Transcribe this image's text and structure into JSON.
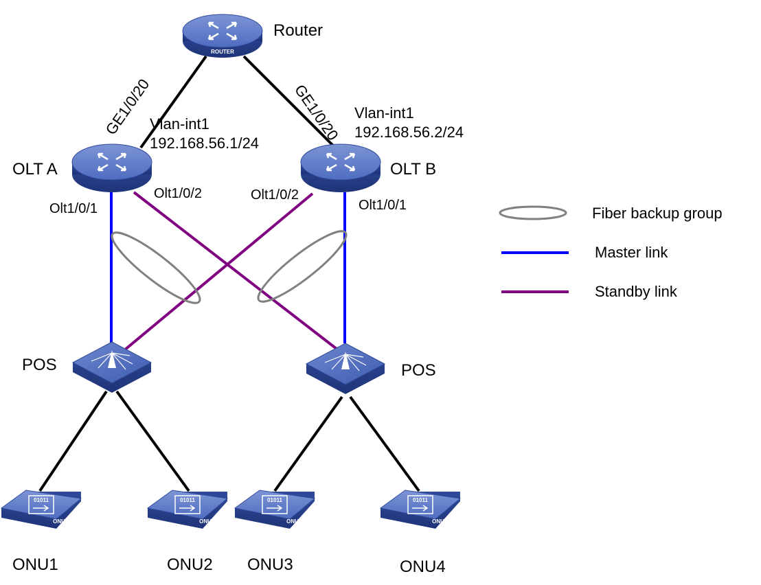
{
  "devices": {
    "router": "Router",
    "olt_a": "OLT A",
    "olt_b": "OLT B",
    "pos_left": "POS",
    "pos_right": "POS",
    "onu1": "ONU1",
    "onu2": "ONU2",
    "onu3": "ONU3",
    "onu4": "ONU4"
  },
  "icon_text": {
    "router": "ROUTER",
    "onu": "ONU",
    "onu_bits": "01011"
  },
  "ports": {
    "olt_a_uplink": "GE1/0/20",
    "olt_b_uplink": "GE1/0/20",
    "olt_a_port1": "Olt1/0/1",
    "olt_a_port2": "Olt1/0/2",
    "olt_b_port1": "Olt1/0/1",
    "olt_b_port2": "Olt1/0/2"
  },
  "interfaces": {
    "olt_a_vlan": "Vlan-int1",
    "olt_a_ip": "192.168.56.1/24",
    "olt_b_vlan": "Vlan-int1",
    "olt_b_ip": "192.168.56.2/24"
  },
  "legend": {
    "fiber_backup_group": "Fiber backup group",
    "master_link": "Master link",
    "standby_link": "Standby link"
  },
  "colors": {
    "master_link": "#0000ff",
    "standby_link": "#800080",
    "backup_group": "#808080",
    "ethernet_link": "#000000",
    "device_fill": "#3a56a8"
  },
  "icons": {
    "router": "router-icon",
    "olt": "switch-icon",
    "pos": "splitter-icon",
    "onu": "onu-icon"
  }
}
